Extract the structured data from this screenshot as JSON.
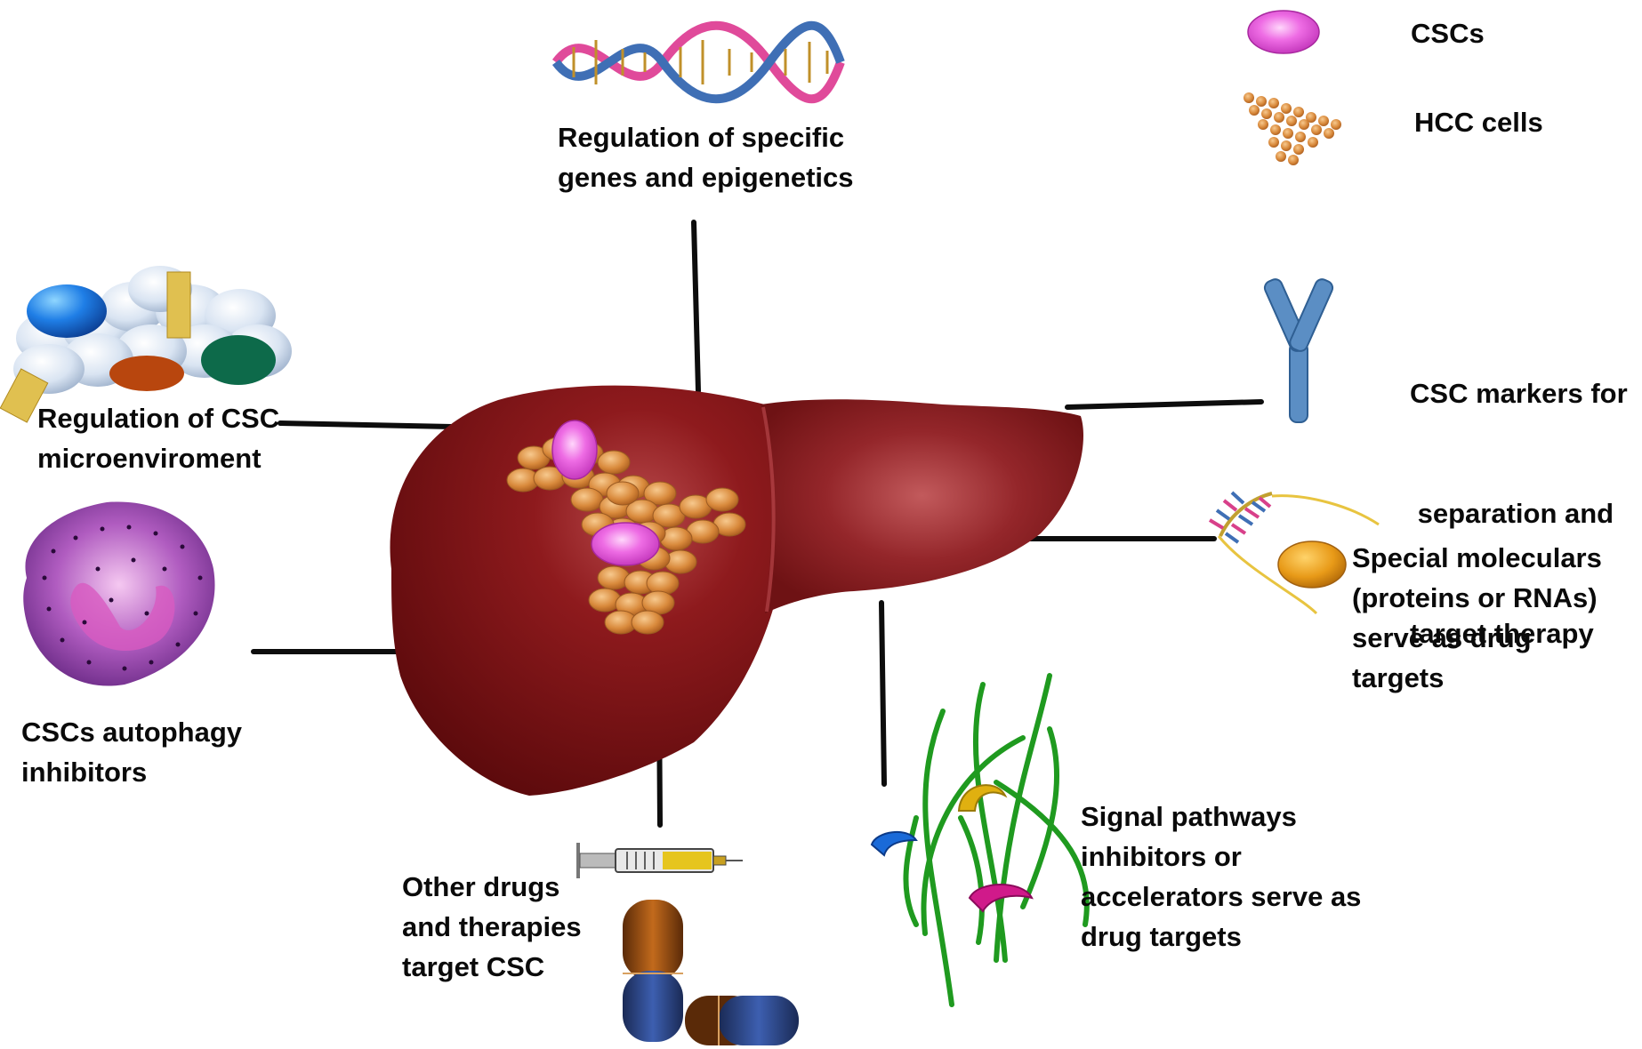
{
  "legend": {
    "csc": "CSCs",
    "hcc": "HCC cells"
  },
  "labels": {
    "genes": [
      "Regulation of specific",
      "genes and epigenetics"
    ],
    "microenv": [
      "Regulation of CSC",
      "microenviroment"
    ],
    "autophagy": [
      "CSCs autophagy",
      "inhibitors"
    ],
    "drugs": [
      "Other drugs",
      "and therapies",
      "target CSC"
    ],
    "signal": [
      "Signal pathways",
      "inhibitors or",
      "accelerators serve as",
      "drug targets"
    ],
    "molecules": [
      "Special moleculars",
      "(proteins or  RNAs)",
      "serve as drug",
      "targets"
    ],
    "markers": [
      "CSC markers for",
      " separation and",
      "target therapy"
    ]
  },
  "colors": {
    "liver": "#7a1012",
    "csc": "#e052d8",
    "hcc": "#d5873c",
    "line": "#0d0d0d",
    "pathway": "#1f9a1f",
    "antibody": "#5b8ec4"
  }
}
